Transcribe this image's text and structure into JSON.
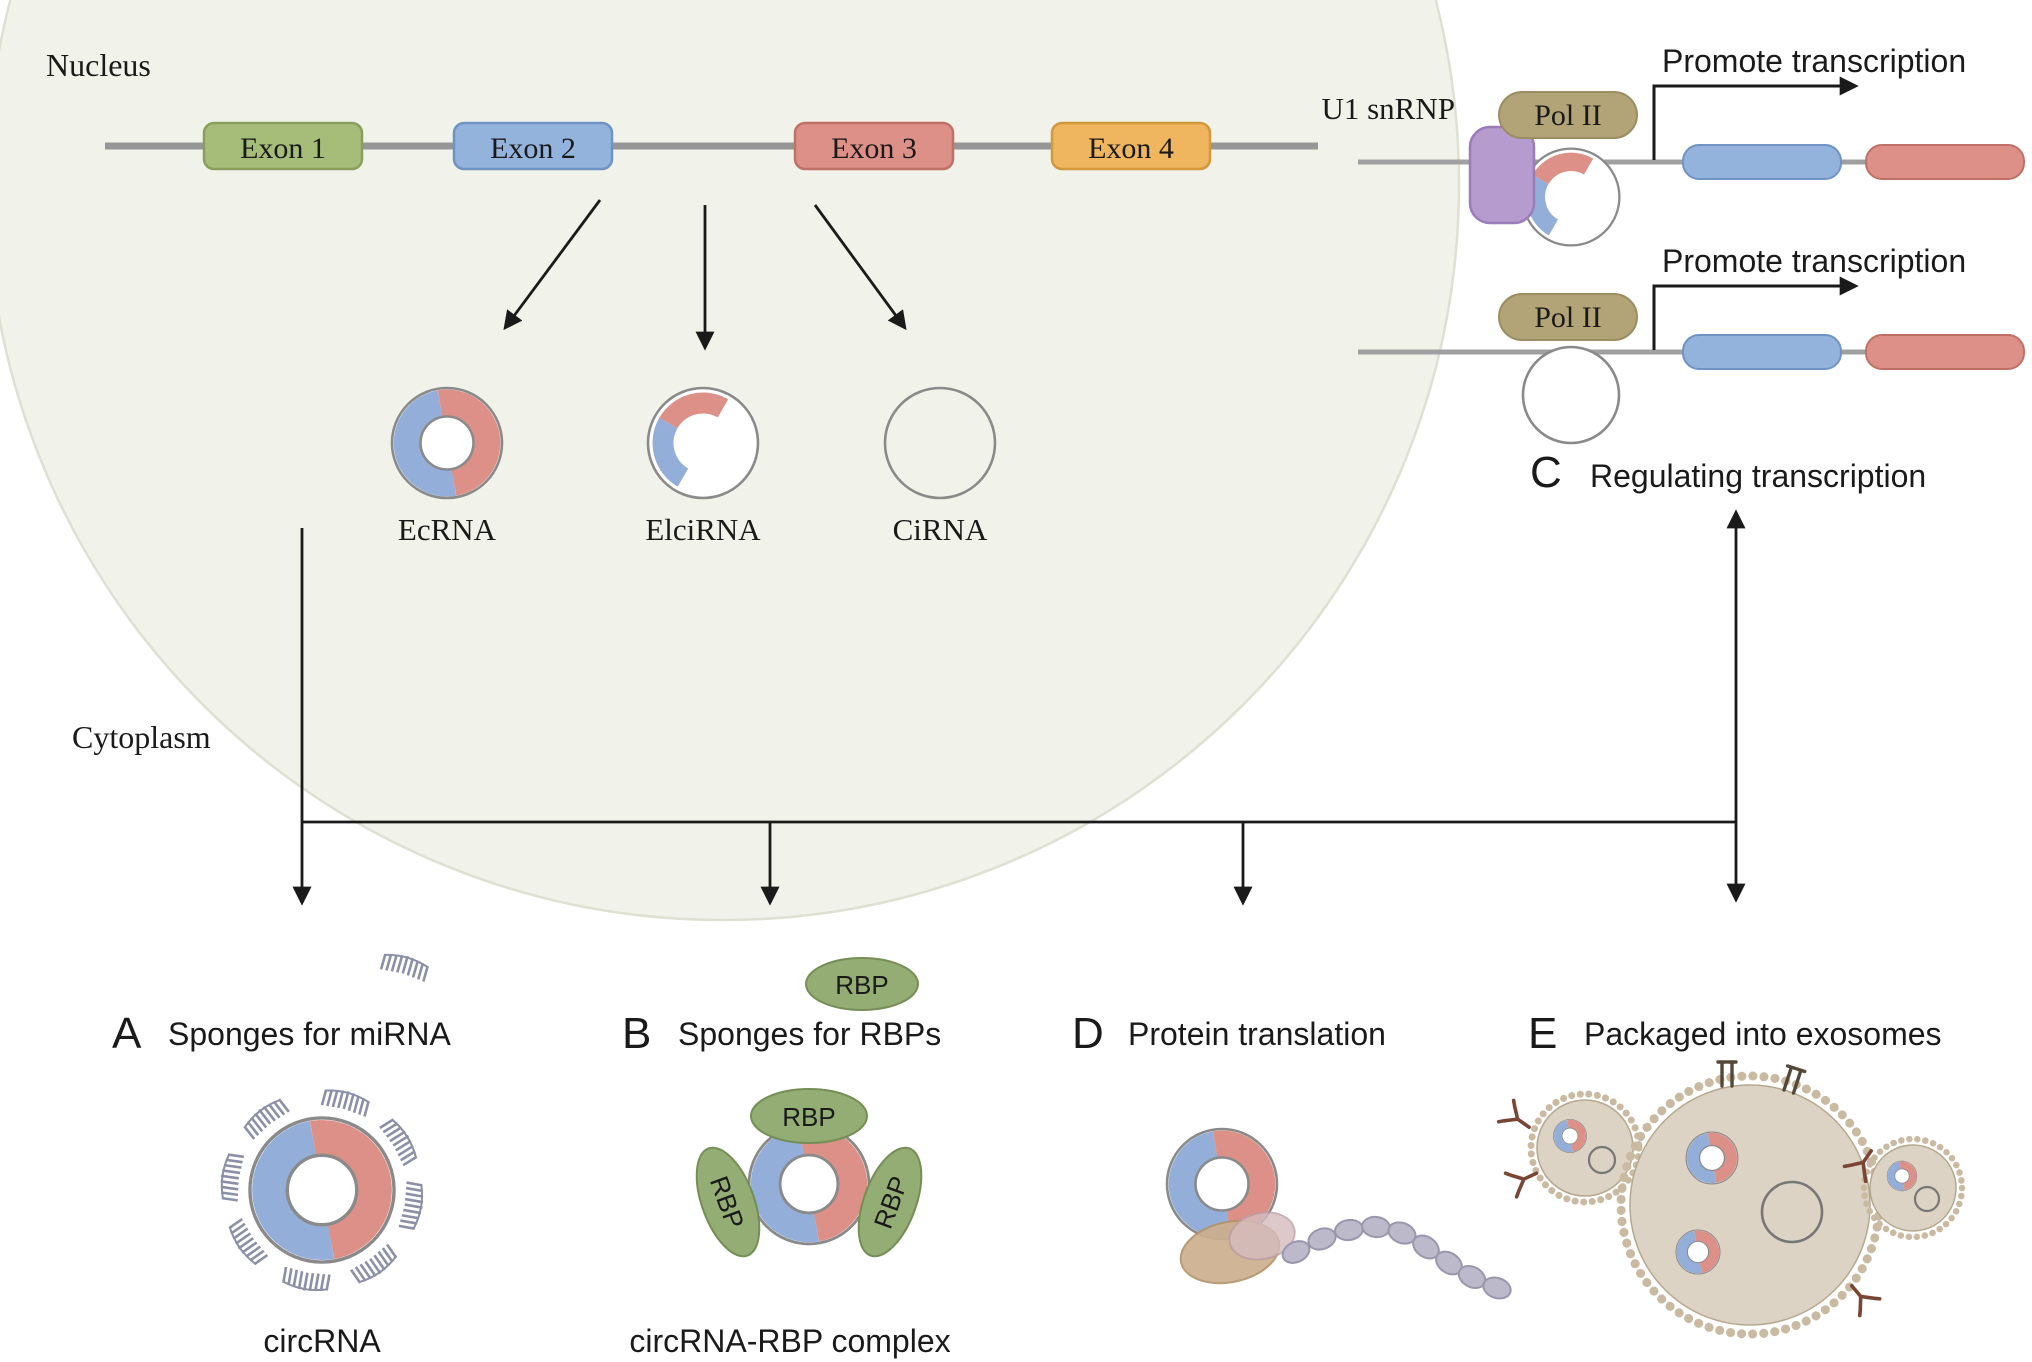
{
  "colors": {
    "nucleus_fill": "#f1f3ea",
    "exon1": "#a6bd7a",
    "exon2": "#94b3dc",
    "exon3": "#dd9087",
    "exon4": "#f0b65f",
    "ring_blue": "#92aed9",
    "ring_salmon": "#dd9087",
    "u1_box": "#b59bce",
    "u1_text": "#3f3680",
    "polii_fill": "#b2a477",
    "rbp_green": "#93ad74",
    "mirna_gray": "#8c90a6",
    "exosome_fill": "#dcd3c4"
  },
  "nucleus": {
    "label": "Nucleus"
  },
  "cytoplasm": {
    "label": "Cytoplasm"
  },
  "gene": {
    "exons": [
      {
        "label": "Exon 1"
      },
      {
        "label": "Exon 2"
      },
      {
        "label": "Exon 3"
      },
      {
        "label": "Exon 4"
      }
    ]
  },
  "circrna_types": [
    {
      "label": "EcRNA"
    },
    {
      "label": "ElciRNA"
    },
    {
      "label": "CiRNA"
    }
  ],
  "transcription": {
    "u1_snrnp": "U1 snRNP",
    "pol2_top": "Pol II",
    "pol2_bottom": "Pol II",
    "promote_top": "Promote transcription",
    "promote_bottom": "Promote transcription",
    "panel_letter": "C",
    "panel_title": "Regulating transcription"
  },
  "panels": {
    "a": {
      "letter": "A",
      "title": "Sponges for miRNA",
      "caption": "circRNA"
    },
    "b": {
      "letter": "B",
      "title": "Sponges for RBPs",
      "caption": "circRNA-RBP complex",
      "rbp_free": "RBP",
      "rbp_top": "RBP",
      "rbp_left": "RBP",
      "rbp_right": "RBP"
    },
    "d": {
      "letter": "D",
      "title": "Protein translation"
    },
    "e": {
      "letter": "E",
      "title": "Packaged into exosomes"
    }
  }
}
